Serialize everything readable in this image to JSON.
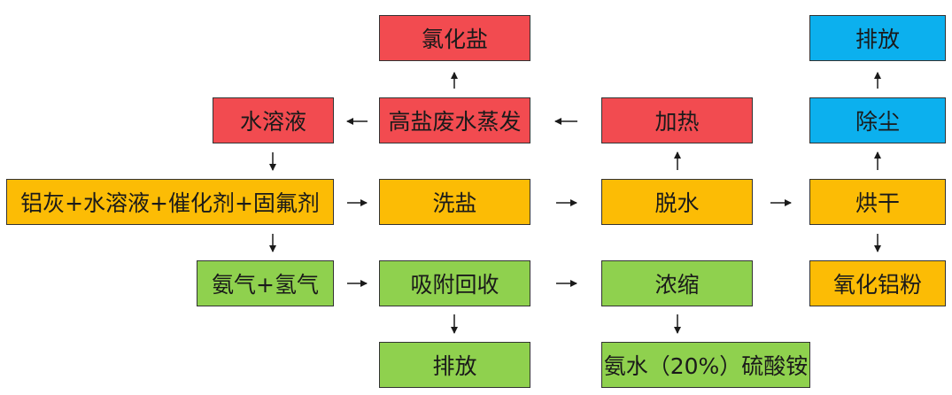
{
  "colors": {
    "red": "#f24b50",
    "yellow": "#fcbc05",
    "green": "#8fd14e",
    "blue": "#0cb0ee",
    "line": "#1a1a1a"
  },
  "nodes": {
    "chloride_salt": "氯化盐",
    "discharge_top": "排放",
    "aqueous_solution": "水溶液",
    "high_salt_evaporation": "高盐废水蒸发",
    "heating": "加热",
    "dust_removal": "除尘",
    "feed_mix": "铝灰+水溶液+催化剂+固氟剂",
    "salt_washing": "洗盐",
    "dehydration": "脱水",
    "drying": "烘干",
    "ammonia_hydrogen": "氨气+氢气",
    "adsorption_recovery": "吸附回收",
    "concentration": "浓缩",
    "alumina_powder": "氧化铝粉",
    "discharge_bottom": "排放",
    "ammonium_sulfate": "氨水（20%）硫酸铵"
  }
}
